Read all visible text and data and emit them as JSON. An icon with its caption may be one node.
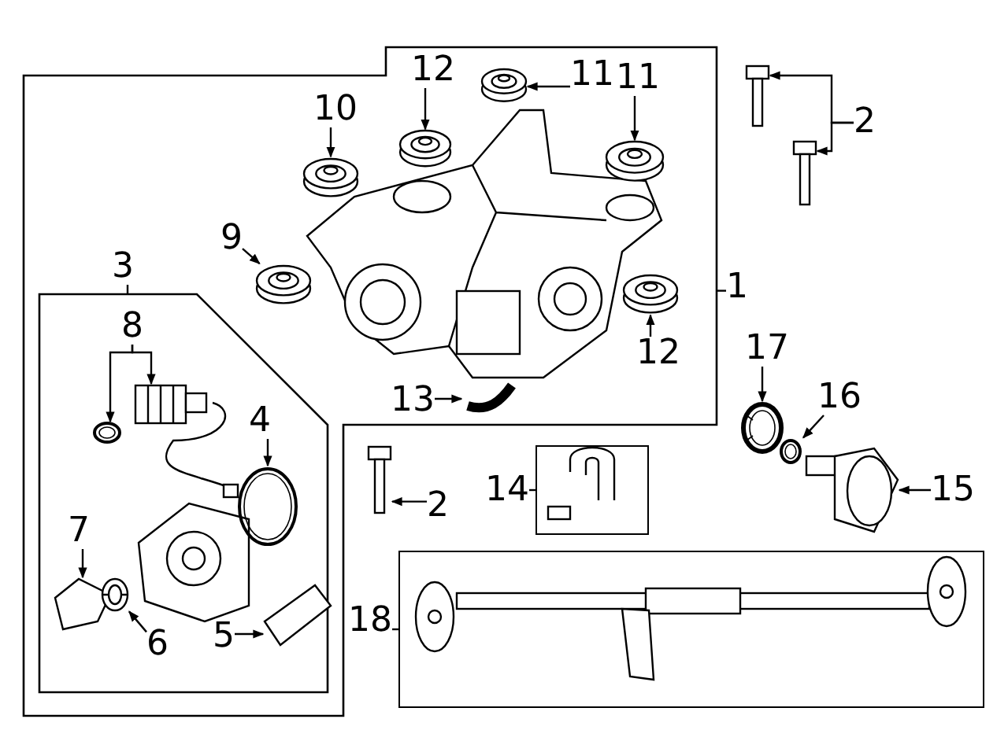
{
  "diagram": {
    "nodes": [
      {
        "text": [],
        "shape": "box"
      },
      {
        "text": [
          "12"
        ],
        "in": 0
      },
      {
        "text": [
          "11"
        ],
        "in": 0
      },
      {
        "text": [
          "11"
        ],
        "in": 0
      },
      {
        "text": [
          "10"
        ],
        "in": 0
      },
      {
        "text": [
          "9"
        ],
        "in": 0
      },
      {
        "text": [
          "1"
        ]
      },
      {
        "text": [
          "12"
        ],
        "in": 0
      },
      {
        "text": [
          "13"
        ],
        "in": 0
      },
      {
        "text": [
          "2"
        ]
      },
      {
        "text": [
          "3"
        ],
        "in": 0
      },
      {
        "text": [],
        "shape": "box",
        "in": 0
      },
      {
        "text": [
          "8"
        ],
        "in": 11
      },
      {
        "text": [
          "4"
        ],
        "in": 11
      },
      {
        "text": [
          "7"
        ],
        "in": 11
      },
      {
        "text": [
          "6"
        ],
        "in": 11
      },
      {
        "text": [
          "5"
        ],
        "in": 11
      },
      {
        "text": [
          "17"
        ]
      },
      {
        "text": [
          "16"
        ]
      },
      {
        "text": [
          "14"
        ]
      },
      {
        "text": [],
        "shape": "box"
      },
      {
        "text": [
          "2"
        ]
      },
      {
        "text": [
          "15"
        ]
      },
      {
        "text": [
          "18"
        ]
      },
      {
        "text": [],
        "shape": "box"
      },
      {
        "text": [],
        "shape": "picture",
        "in": 0
      },
      {
        "text": [],
        "shape": "picture",
        "in": 0
      },
      {
        "text": [],
        "shape": "picture",
        "in": 0
      },
      {
        "text": [],
        "shape": "picture",
        "in": 0
      },
      {
        "text": [],
        "shape": "picture",
        "in": 0
      },
      {
        "text": [],
        "shape": "picture",
        "in": 0
      },
      {
        "text": [],
        "shape": "picture",
        "in": 0
      },
      {
        "text": [],
        "shape": "picture"
      },
      {
        "text": [],
        "shape": "picture"
      },
      {
        "text": [],
        "shape": "picture",
        "in": 11
      },
      {
        "text": [],
        "shape": "picture",
        "in": 11
      },
      {
        "text": [],
        "shape": "picture",
        "in": 11
      },
      {
        "text": [],
        "shape": "picture",
        "in": 11
      },
      {
        "text": [],
        "shape": "picture",
        "in": 11
      },
      {
        "text": [],
        "shape": "picture",
        "in": 11
      },
      {
        "text": [],
        "shape": "picture"
      },
      {
        "text": [],
        "shape": "picture"
      },
      {
        "text": [],
        "shape": "picture"
      },
      {
        "text": [],
        "shape": "picture"
      }
    ],
    "edges": [
      {
        "from": 1,
        "to": 25,
        "arrow": "to"
      },
      {
        "from": 2,
        "to": 26,
        "arrow": "to"
      },
      {
        "from": 3,
        "to": 27,
        "arrow": "to"
      },
      {
        "from": 4,
        "to": 28,
        "arrow": "to"
      },
      {
        "from": 5,
        "to": 29,
        "arrow": "to"
      },
      {
        "from": 6,
        "to": 0,
        "arrow": "none"
      },
      {
        "from": 7,
        "to": 30,
        "arrow": "to"
      },
      {
        "from": 8,
        "to": 31,
        "arrow": "to"
      },
      {
        "from": 9,
        "to": 32,
        "arrow": "to"
      },
      {
        "from": 9,
        "to": 33,
        "arrow": "to"
      },
      {
        "from": 10,
        "to": 11,
        "arrow": "none"
      },
      {
        "from": 12,
        "to": 34,
        "arrow": "to"
      },
      {
        "from": 12,
        "to": 35,
        "arrow": "to"
      },
      {
        "from": 13,
        "to": 36,
        "arrow": "to"
      },
      {
        "from": 14,
        "to": 37,
        "arrow": "to"
      },
      {
        "from": 15,
        "to": 38,
        "arrow": "to"
      },
      {
        "from": 16,
        "to": 39,
        "arrow": "to"
      },
      {
        "from": 17,
        "to": 40,
        "arrow": "to"
      },
      {
        "from": 18,
        "to": 41,
        "arrow": "to"
      },
      {
        "from": 19,
        "to": 20,
        "arrow": "none"
      },
      {
        "from": 21,
        "to": 42,
        "arrow": "to"
      },
      {
        "from": 22,
        "to": 43,
        "arrow": "to"
      },
      {
        "from": 23,
        "to": 24,
        "arrow": "none"
      }
    ]
  }
}
